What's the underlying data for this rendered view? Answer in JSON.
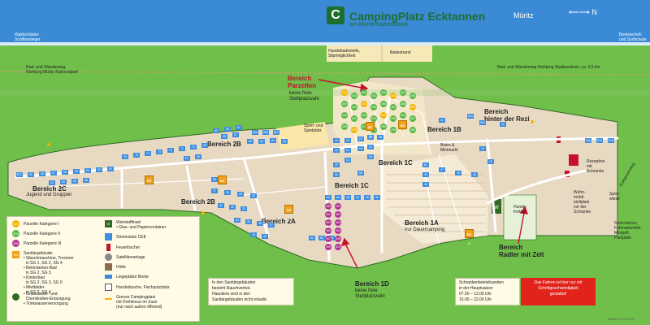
{
  "header": {
    "logo_letter": "C",
    "title": "CampingPlatz Ecktannen",
    "subtitle": "am Müritz-Nationalpark",
    "lake": "Müritz",
    "compass": "N"
  },
  "top_labels": {
    "waldschanke": "Waldschänke\nSchiffsanleger",
    "bootsverleih": "Bootsverleih\nund Surfschule",
    "hundebadestelle": "Hundebadestelle,\nSlipmöglichkeit",
    "badestrand": "Badestrand",
    "rad_left": "Rad- und Wanderweg\nRichtung Müritz-Nationalpark",
    "rad_right": "Rad- und Wanderweg Richtung Stadtzentrum, ca. 3,5 km"
  },
  "areas": {
    "parzellen_title": "Bereich\nParzellen",
    "parzellen_note": "keine freie\nStellplatzwahl",
    "sport": "Sport- und\nSpielplatz",
    "bistro": "Bistro &\nMinimarkt",
    "b1b": "Bereich 1B",
    "hinter_rezi": "Bereich\nhinter der Rezi",
    "b2c": "Bereich 2C",
    "b2c_note": "Jugend und Gruppen",
    "b2b_top": "Bereich 2B",
    "b2b_bottom": "Bereich 2B",
    "b2a": "Bereich 2A",
    "b1c_mid": "Bereich 1C",
    "b1c_right": "Bereich 1C",
    "b1a": "Bereich 1A",
    "b1a_note": "nur Dauercamping",
    "b1d": "Bereich 1D",
    "b1d_note": "keine freie\nStellplatzwahl",
    "radler": "Bereich\nRadler mit Zelt",
    "rezeption": "Rezeption\nmit\nSchranke",
    "hundefreilauf": "Hunde-\nfreilauf",
    "wohnmobil": "Wohn-\nmobil-\nstellplatz\nvor der\nSchranke",
    "spielwiese": "Spiel-\nwiese",
    "streichelzoo": "Streichelzoo,\nFahrradverleih,\nMinigolf,\nParkplatz",
    "ecktannenweg": "Ecktannenweg"
  },
  "legend": {
    "kat1": "Parzelle Kategorie I",
    "kat2": "Parzelle Kategorie II",
    "kat3": "Parzelle Kategorie III",
    "sanitar": "Sanitärgebäude:\n• Waschmaschine, Trockner\n  in SG 1, SG 2, SG 4\n• Behinderten-Bad\n  in SG 2, SG 3\n• Kinderbad\n  in SG 2, SG 3, SG 5\n• Mietbäder\n  in SG 3, SG 4",
    "grauwasser": "• Grauwasser- und\n  Chemikalien-Entsorgung\n• Trinkwasserversorgung",
    "wertstoff": "Wertstoffinsel\n• Glas- und Papiercontainer",
    "strom": "Stromsäule CEE",
    "feuer": "Feuerlöscher",
    "sat": "Satellitenanlage",
    "hutte": "Hütte",
    "boote": "Liegeplätze Boote",
    "hunde": "Hundedusche, Fischputzplatz",
    "grenze": "Grenze Campingplatz\nmit Drehkreuz im Zaun\n(nur nach außen öffnend)",
    "icon_w": "W",
    "icon_sg": "SG",
    "icon_k1": "301",
    "icon_k2": "294",
    "icon_k3": "288"
  },
  "info": {
    "sanitar_note": "In den Sanitärgebäuden\nbesteht Rauchverbot.\nHaustiere sind in den\nSanitärgebäuden nicht erlaubt.",
    "schranke": "Schrankenbetriebszeiten\nin der Hauptsaison\n07.00 – 13.00 Uhr\n15.00 – 22.00 Uhr",
    "warning": "Das Fahren ist hier nur mit\nSchrittgeschwindigkeit\ngestattet!"
  },
  "footer": "Stand: 01.03.2020",
  "plots": [
    "100",
    "99",
    "98",
    "97",
    "96",
    "95",
    "94",
    "93",
    "92",
    "91",
    "90",
    "89",
    "88",
    "76",
    "75",
    "74",
    "73",
    "72",
    "71",
    "70",
    "69",
    "68",
    "67",
    "56A",
    "56B",
    "56C",
    "58",
    "57",
    "60",
    "59",
    "61",
    "62",
    "63",
    "64",
    "65",
    "66",
    "27",
    "28",
    "29",
    "30",
    "31",
    "32",
    "33",
    "34",
    "35",
    "36",
    "37",
    "38",
    "39",
    "40",
    "1A",
    "1B",
    "1C",
    "1D",
    "1E",
    "2A",
    "2B",
    "2C",
    "3A",
    "3B",
    "3C",
    "4A",
    "4B",
    "4C",
    "4D",
    "4E",
    "4F",
    "5A",
    "5B",
    "5C",
    "6A",
    "6B",
    "6C",
    "49",
    "48",
    "47",
    "46",
    "45",
    "44",
    "43",
    "42",
    "41",
    "51A",
    "52A",
    "53A",
    "57A",
    "57B",
    "57C"
  ],
  "pitches": [
    "301",
    "302",
    "303",
    "304",
    "305",
    "306",
    "307",
    "308",
    "309",
    "310",
    "294",
    "295",
    "296",
    "297",
    "288",
    "289",
    "290"
  ],
  "sg_labels": [
    "SG 1",
    "SG 2",
    "SG 3",
    "SG 4",
    "SG 5",
    "SG 6"
  ],
  "colors": {
    "grass": "#6fbf4a",
    "water": "#3a8ad6",
    "camp": "#e8d9c2",
    "road": "#ffffff",
    "kat1": "#f4b400",
    "kat2": "#58b947",
    "kat3": "#b0338f",
    "plot": "#3f8ee0",
    "sanitar": "#f0a21a",
    "alert": "#e1231b"
  }
}
